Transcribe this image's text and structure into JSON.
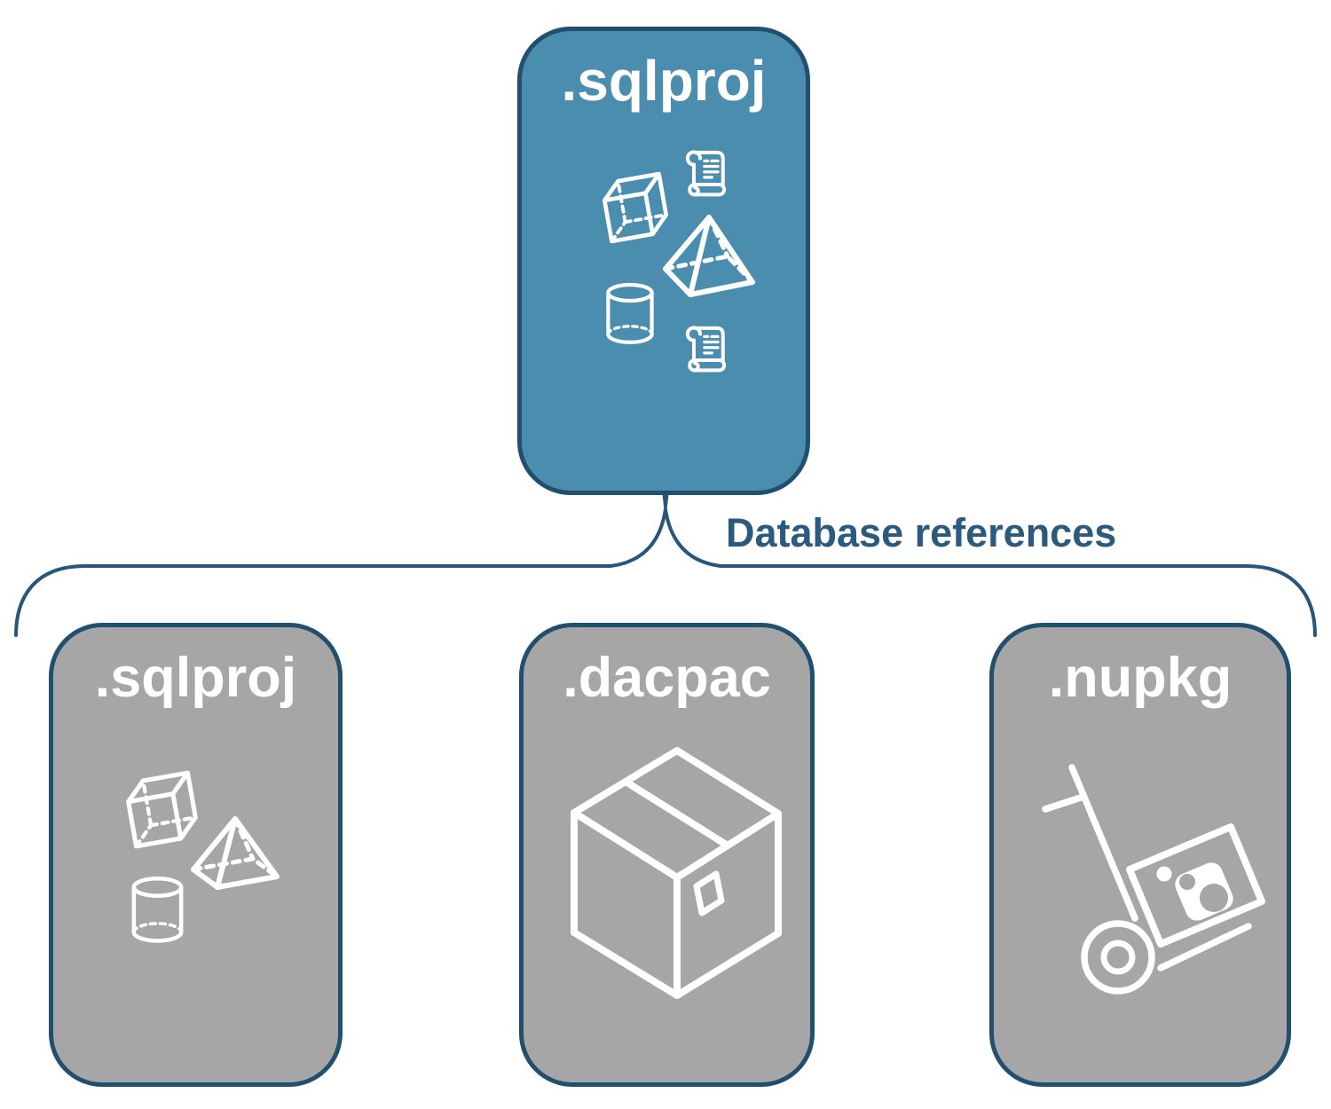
{
  "diagram": {
    "root_node": {
      "label": ".sqlproj",
      "icons": [
        "cube-icon",
        "scroll-icon",
        "pyramid-icon",
        "cylinder-icon",
        "scroll-icon"
      ]
    },
    "connector": {
      "label": "Database references",
      "shape": "brace-with-center-stem"
    },
    "child_nodes": [
      {
        "label": ".sqlproj",
        "icons": [
          "cube-icon",
          "pyramid-icon",
          "cylinder-icon"
        ]
      },
      {
        "label": ".dacpac",
        "icons": [
          "package-box-icon"
        ]
      },
      {
        "label": ".nupkg",
        "icons": [
          "hand-truck-icon",
          "nuget-package-icon"
        ]
      }
    ],
    "colors": {
      "root_fill": "#4A8DAE",
      "child_fill": "#A6A6A6",
      "node_border": "#224F6E",
      "connector_line": "#27567A",
      "label_text": "#2A5A7E",
      "icon_stroke": "#FFFFFF",
      "node_text": "#FFFFFF",
      "background": "#FFFFFF"
    }
  }
}
